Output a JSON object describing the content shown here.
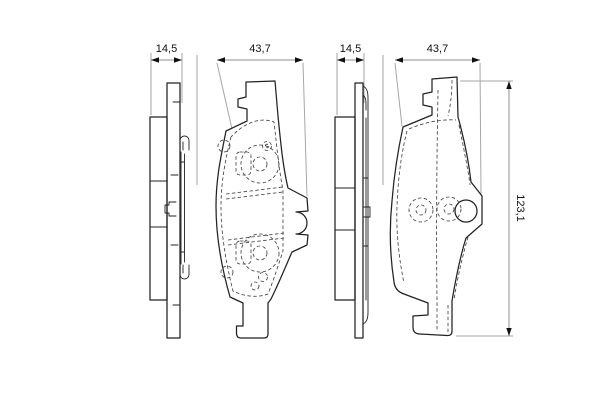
{
  "drawing": {
    "background_color": "#ffffff",
    "line_color": "#222222",
    "dimension_line_color": "#9c9c9c",
    "dimension_labels": {
      "pad1_thickness": "14,5",
      "pad1_width": "43,7",
      "pad2_thickness": "14,5",
      "pad2_width": "43,7",
      "overall_length": "123,1"
    }
  }
}
